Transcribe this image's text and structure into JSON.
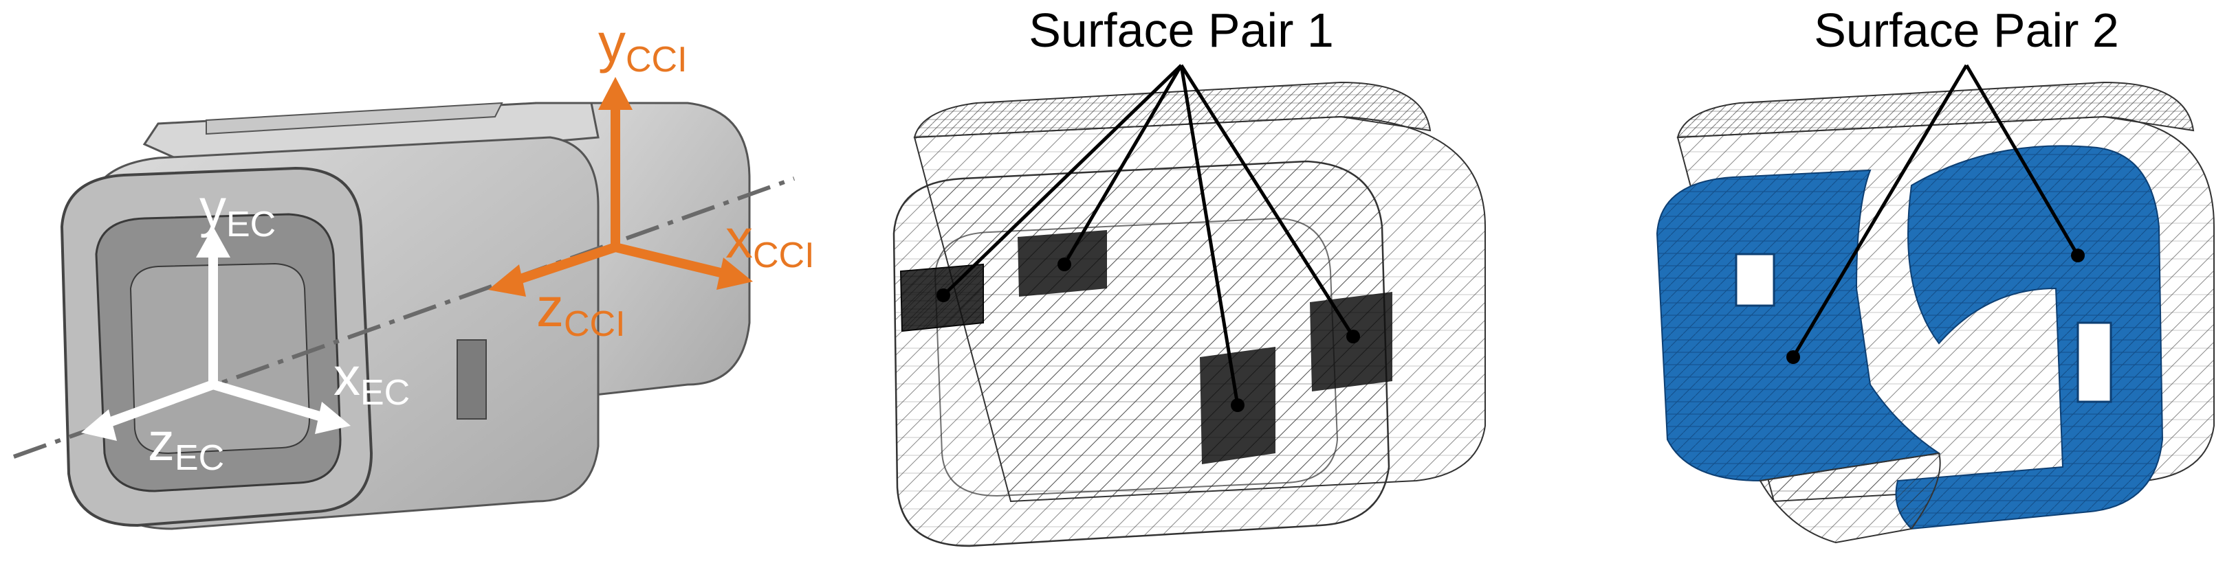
{
  "panels": {
    "surface_pair_1": {
      "label": "Surface Pair 1"
    },
    "surface_pair_2": {
      "label": "Surface Pair 2"
    }
  },
  "axes_ec": {
    "y": {
      "main": "y",
      "sub": "EC"
    },
    "x": {
      "main": "x",
      "sub": "EC"
    },
    "z": {
      "main": "z",
      "sub": "EC"
    }
  },
  "axes_cci": {
    "y": {
      "main": "y",
      "sub": "CCI"
    },
    "x": {
      "main": "x",
      "sub": "CCI"
    },
    "z": {
      "main": "z",
      "sub": "CCI"
    }
  },
  "colors": {
    "cci_axes": "#e87722",
    "ec_axes": "#ffffff",
    "surface_pair_2": "#1f6fb7",
    "surface_pair_1": "#1a1a1a",
    "connector_body": "#cfcfcf"
  }
}
